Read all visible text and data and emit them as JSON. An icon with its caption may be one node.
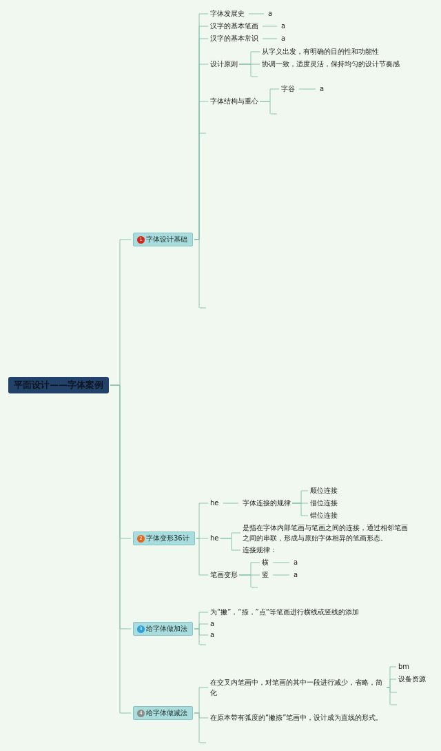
{
  "diagram": {
    "nodes": [
      {
        "text": [
          "平面设计——字体案例"
        ]
      },
      {
        "text": [
          "1",
          "字体设计基础"
        ]
      },
      {
        "text": [
          "字体发展史"
        ]
      },
      {
        "text": [
          "a"
        ]
      },
      {
        "text": [
          "汉字的基本笔画"
        ]
      },
      {
        "text": [
          "a"
        ]
      },
      {
        "text": [
          "汉字的基本常识"
        ]
      },
      {
        "text": [
          "a"
        ]
      },
      {
        "text": [
          "设计原则"
        ]
      },
      {
        "text": [
          "从字义出发，有明确的目的性和功能性"
        ]
      },
      {
        "text": [
          "协调一致，适度灵活，保持均匀的设计节奏感"
        ]
      },
      {
        "text": [
          "字体结构与重心"
        ]
      },
      {
        "text": [
          "字谷"
        ]
      },
      {
        "text": [
          "a"
        ]
      },
      {
        "text": [
          "2",
          "字体变形36计"
        ]
      },
      {
        "text": [
          "he"
        ]
      },
      {
        "text": [
          "字体连接的规律"
        ]
      },
      {
        "text": [
          "顺位连接"
        ]
      },
      {
        "text": [
          "借位连接"
        ]
      },
      {
        "text": [
          "错位连接"
        ]
      },
      {
        "text": [
          "he"
        ]
      },
      {
        "text": [
          "是指在字体内部笔画与笔画之间的连接，通过相邻笔画之间的串联，形成与原始字体相异的笔画形态。"
        ]
      },
      {
        "text": [
          "连接规律："
        ]
      },
      {
        "text": [
          "笔画变形"
        ]
      },
      {
        "text": [
          "横"
        ]
      },
      {
        "text": [
          "a"
        ]
      },
      {
        "text": [
          "竖"
        ]
      },
      {
        "text": [
          "a"
        ]
      },
      {
        "text": [
          "3",
          "给字体做加法"
        ]
      },
      {
        "text": [
          "为“撇”，“捺，”点“等笔画进行横线或竖线的添加"
        ]
      },
      {
        "text": [
          "a"
        ]
      },
      {
        "text": [
          "a"
        ]
      },
      {
        "text": [
          "4",
          "给字体做减法"
        ]
      },
      {
        "text": [
          "在交叉内笔画中，对笔画的其中一段进行减少，省略，简化"
        ]
      },
      {
        "text": [
          "bm"
        ]
      },
      {
        "text": [
          "设备资源"
        ]
      },
      {
        "text": [
          "在原本带有弧度的“撇捺”笔画中，设计成为直线的形式。"
        ]
      },
      {
        "text": [],
        "shape": "bar"
      },
      {
        "text": [],
        "shape": "bar"
      },
      {
        "text": [],
        "shape": "bar"
      },
      {
        "text": [],
        "shape": "bar"
      },
      {
        "text": [],
        "shape": "bar"
      },
      {
        "text": [],
        "shape": "bar"
      },
      {
        "text": [],
        "shape": "bar"
      },
      {
        "text": [],
        "shape": "bar"
      },
      {
        "text": [],
        "shape": "bar"
      }
    ],
    "edges": [
      {
        "from": 0,
        "to": 1,
        "arrow": "none"
      },
      {
        "from": 0,
        "to": 14,
        "arrow": "none"
      },
      {
        "from": 0,
        "to": 28,
        "arrow": "none"
      },
      {
        "from": 0,
        "to": 32,
        "arrow": "none"
      },
      {
        "from": 1,
        "to": 2,
        "arrow": "none"
      },
      {
        "from": 1,
        "to": 4,
        "arrow": "none"
      },
      {
        "from": 1,
        "to": 6,
        "arrow": "none"
      },
      {
        "from": 1,
        "to": 8,
        "arrow": "none"
      },
      {
        "from": 1,
        "to": 11,
        "arrow": "none"
      },
      {
        "from": 1,
        "to": 37,
        "arrow": "none"
      },
      {
        "from": 1,
        "to": 38,
        "arrow": "none"
      },
      {
        "from": 2,
        "to": 3,
        "arrow": "none"
      },
      {
        "from": 4,
        "to": 5,
        "arrow": "none"
      },
      {
        "from": 6,
        "to": 7,
        "arrow": "none"
      },
      {
        "from": 8,
        "to": 9,
        "arrow": "none"
      },
      {
        "from": 8,
        "to": 10,
        "arrow": "none"
      },
      {
        "from": 8,
        "to": 39,
        "arrow": "none"
      },
      {
        "from": 11,
        "to": 12,
        "arrow": "none"
      },
      {
        "from": 11,
        "to": 40,
        "arrow": "none"
      },
      {
        "from": 12,
        "to": 13,
        "arrow": "none"
      },
      {
        "from": 14,
        "to": 15,
        "arrow": "none"
      },
      {
        "from": 14,
        "to": 20,
        "arrow": "none"
      },
      {
        "from": 14,
        "to": 23,
        "arrow": "none"
      },
      {
        "from": 15,
        "to": 16,
        "arrow": "none"
      },
      {
        "from": 16,
        "to": 17,
        "arrow": "none"
      },
      {
        "from": 16,
        "to": 18,
        "arrow": "none"
      },
      {
        "from": 16,
        "to": 19,
        "arrow": "none"
      },
      {
        "from": 20,
        "to": 21,
        "arrow": "none"
      },
      {
        "from": 20,
        "to": 22,
        "arrow": "none"
      },
      {
        "from": 23,
        "to": 24,
        "arrow": "none"
      },
      {
        "from": 23,
        "to": 26,
        "arrow": "none"
      },
      {
        "from": 23,
        "to": 41,
        "arrow": "none"
      },
      {
        "from": 24,
        "to": 25,
        "arrow": "none"
      },
      {
        "from": 26,
        "to": 27,
        "arrow": "none"
      },
      {
        "from": 28,
        "to": 29,
        "arrow": "none"
      },
      {
        "from": 28,
        "to": 30,
        "arrow": "none"
      },
      {
        "from": 28,
        "to": 31,
        "arrow": "none"
      },
      {
        "from": 28,
        "to": 42,
        "arrow": "none"
      },
      {
        "from": 32,
        "to": 33,
        "arrow": "none"
      },
      {
        "from": 32,
        "to": 36,
        "arrow": "none"
      },
      {
        "from": 32,
        "to": 43,
        "arrow": "none"
      },
      {
        "from": 33,
        "to": 34,
        "arrow": "none"
      },
      {
        "from": 33,
        "to": 35,
        "arrow": "none"
      },
      {
        "from": 33,
        "to": 44,
        "arrow": "none"
      },
      {
        "from": 33,
        "to": 45,
        "arrow": "none"
      }
    ]
  }
}
